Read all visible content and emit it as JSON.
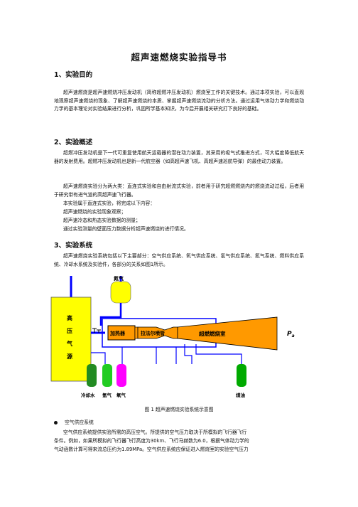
{
  "title": "超声速燃烧实验指导书",
  "s1": {
    "heading": "1、实验目的",
    "para": "超声速燃烧是超声速燃烧冲压发动机（简称超燃冲压发动机）燃烧室工作的关键技术。通过本项实验，可以直观地观察超声速燃烧的现象、了解超声速燃烧的本质、掌握超声速燃烧流动的分析方法。通过运用气体动力学和燃烧动力学的基本理论对实验结果进行分析，巩固所学基本知识，为今后开展相关研究打下良好的基础。"
  },
  "s2": {
    "heading": "2、实验概述",
    "p1": "超燃冲压发动机是下一代可重复使用航天运载器的潜在动力装置，其采用的吸气式推进方式，可大幅度降低航天器的发射费用。超燃冲压发动机也是新一代航空器（如高超声速飞机、高超声速巡航导弹）的最佳动力装置。",
    "p2": "超声速燃烧实验分为两大类：直连式实验和自由射流式实验，前者用于研究超燃燃烧内的燃烧流动过程，后者用于研究带有进气道的高超声速飞行器。",
    "l1": "本实验属于直连式实验，将完成以下内容：",
    "l2": "超声速燃烧的实验现象观察；",
    "l3": "超声速冷态和热态实验数据的测量；",
    "l4": "通过实验测量的壁面压力数据分析超声速燃烧的进行情况。"
  },
  "s3": {
    "heading": "3、实验系统",
    "para": "超声速燃烧实验系统包括以下主要部分：空气供应系统、氧气供应系统、氢气供应系统、氮气系统、燃料供应系统、冷却水系统及实验件，各部分的关系如图1所示。"
  },
  "diagram": {
    "tank_label": [
      "高",
      "压",
      "气",
      "源"
    ],
    "n2_label": "氮气",
    "heater_label": "加热器",
    "nozzle_label": "拉法尔喷管",
    "combustor_label": "超燃燃烧室",
    "pressure_label": "P",
    "pressure_sub": "a",
    "bottom_labels": {
      "water": "冷却水",
      "h2": "氢气",
      "o2": "氧气",
      "fuel": "煤油"
    },
    "colors": {
      "tank": "#ffff00",
      "pipe": "#0000ff",
      "heater": "#ff9900",
      "combustor": "#ff9900",
      "water": "#228b22",
      "h2": "#22cc22",
      "o2": "#ff00ff",
      "fuel": "#00aa00"
    }
  },
  "caption": "图 1 超声速燃烧实验系统示意图",
  "s4": {
    "bullet": "空气供应系统",
    "l1": "空气供应系统提供实验所需的高压空气。所提供的空气压力取决于所模拟的飞行器飞行",
    "l2": "条件。例如，如果所模拟的飞行器飞行高度为30km、飞行马赫数为6.0，根据气体动力学的",
    "l3": "气动函数计算可得来流总压约为1.89MPa。空气供应系统应保证进入燃烧室的实验空气压力"
  }
}
